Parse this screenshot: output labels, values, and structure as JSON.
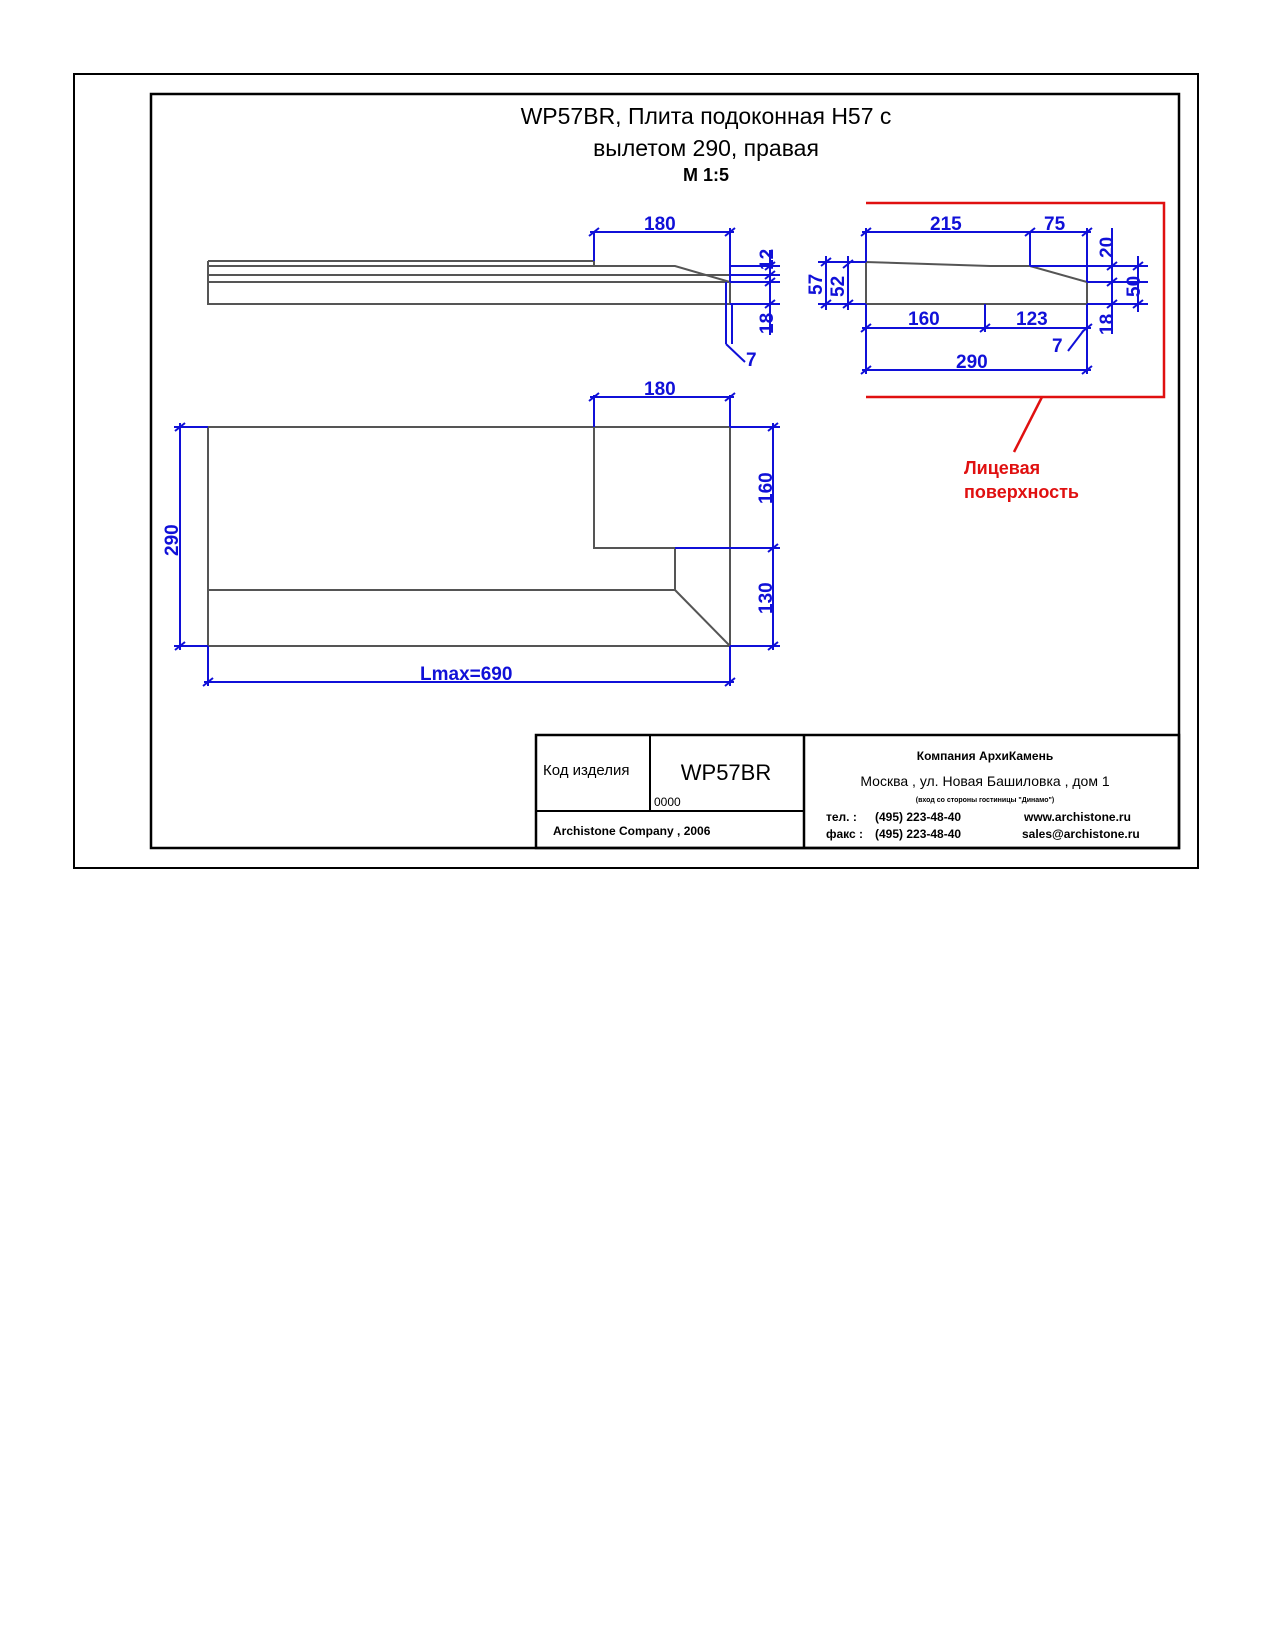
{
  "drawing": {
    "title_line1": "WP57BR, Плита подоконная Н57 с",
    "title_line2": "вылетом 290, правая",
    "scale": "М 1:5"
  },
  "dimensions": {
    "side_view": {
      "top_width": "180",
      "d12": "12",
      "d18": "18",
      "d7": "7"
    },
    "section_view": {
      "d215": "215",
      "d75": "75",
      "d20": "20",
      "d57": "57",
      "d52": "52",
      "d50": "50",
      "d160": "160",
      "d123": "123",
      "d18": "18",
      "d7": "7",
      "d290": "290"
    },
    "plan_view": {
      "top_width": "180",
      "d160": "160",
      "d130": "130",
      "depth": "290",
      "length": "Lmax=690"
    }
  },
  "annotation": {
    "face_line1": "Лицевая",
    "face_line2": "поверхность"
  },
  "title_block": {
    "code_label": "Код изделия",
    "code_value": "WP57BR",
    "code_sub": "0000",
    "copyright": "Archistone  Company ,  2006",
    "company": "Компания  АрхиКамень",
    "address": "Москва , ул. Новая Башиловка , дом 1",
    "address_note": "(вход со стороны гостиницы \"Динамо\")",
    "phone_label": "тел.   :",
    "phone": "(495) 223-48-40",
    "fax_label": "факс :",
    "fax": "(495) 223-48-40",
    "website": "www.archistone.ru",
    "email": "sales@archistone.ru"
  },
  "colors": {
    "dimension": "#1010d8",
    "face_marker": "#e01010",
    "geometry": "#555555",
    "frame": "#000000"
  }
}
